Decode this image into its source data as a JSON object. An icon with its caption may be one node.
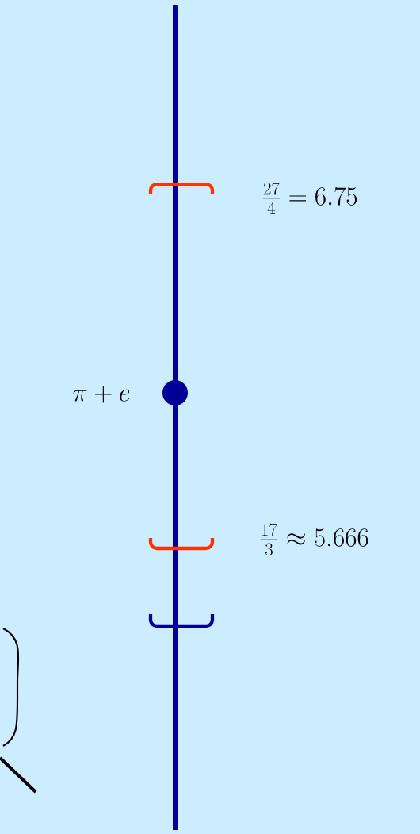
{
  "diagram": {
    "labels": [
      "\\frac{27}{4}=6.75",
      "\\pi+e",
      "\\frac{17}{3}\\approx 5.666"
    ]
  }
}
